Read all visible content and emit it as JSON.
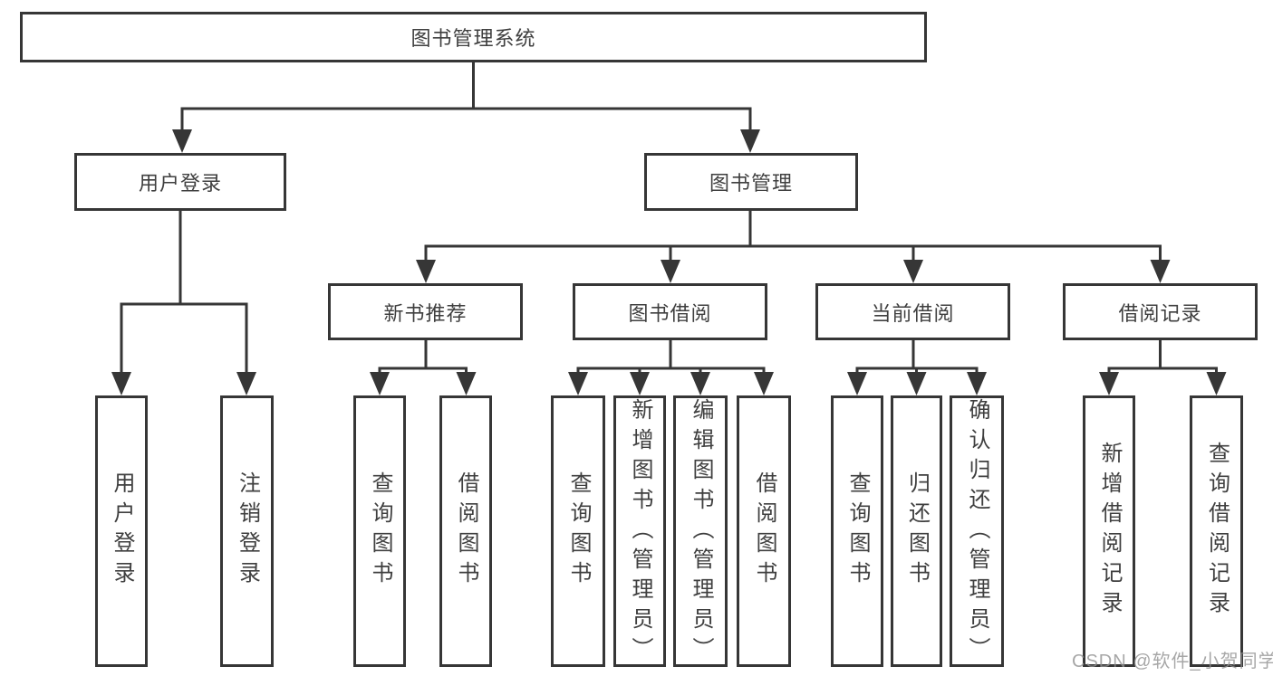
{
  "tree": {
    "root": {
      "label": "图书管理系统"
    },
    "user_login": {
      "label": "用户登录",
      "children": [
        {
          "label": "用户登录"
        },
        {
          "label": "注销登录"
        }
      ]
    },
    "book_mgmt": {
      "label": "图书管理",
      "sections": [
        {
          "label": "新书推荐",
          "children": [
            {
              "label": "查询图书"
            },
            {
              "label": "借阅图书"
            }
          ]
        },
        {
          "label": "图书借阅",
          "children": [
            {
              "label": "查询图书"
            },
            {
              "label": "新增图书（管理员）"
            },
            {
              "label": "编辑图书（管理员）"
            },
            {
              "label": "借阅图书"
            }
          ]
        },
        {
          "label": "当前借阅",
          "children": [
            {
              "label": "查询图书"
            },
            {
              "label": "归还图书"
            },
            {
              "label": "确认归还（管理员）"
            }
          ]
        },
        {
          "label": "借阅记录",
          "children": [
            {
              "label": "新增借阅记录"
            },
            {
              "label": "查询借阅记录"
            }
          ]
        }
      ]
    }
  },
  "watermark": "CSDN @软件_小贺同学",
  "colors": {
    "line": "#363636",
    "text": "#3f3f3f",
    "watermark": "#919191",
    "background": "#ffffff"
  }
}
